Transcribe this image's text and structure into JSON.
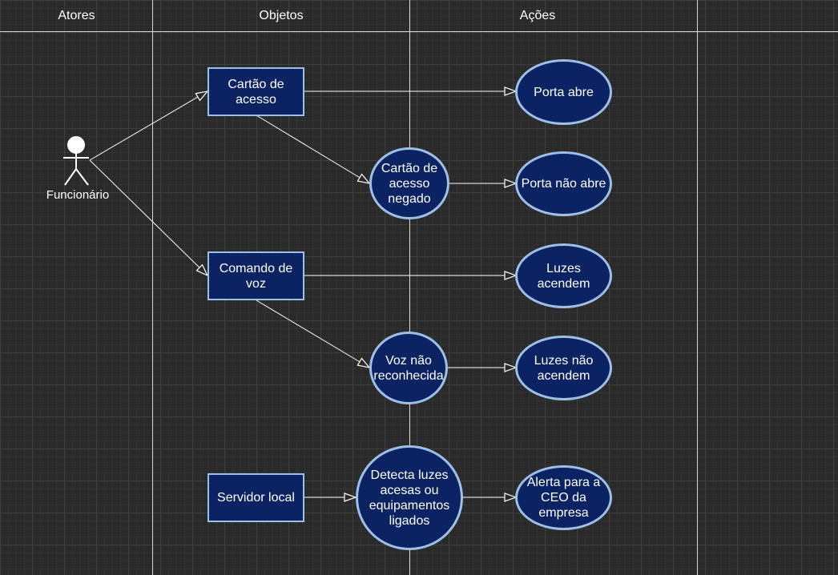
{
  "lanes": {
    "actors": "Atores",
    "objects": "Objetos",
    "actions": "Ações"
  },
  "actor": {
    "label": "Funcionário"
  },
  "objects": {
    "access_card": "Cartão de acesso",
    "voice_command": "Comando de voz",
    "local_server": "Servidor local"
  },
  "decisions": {
    "card_denied": "Cartão de acesso negado",
    "voice_unrecognized": "Voz não reconhecida",
    "detect_lights": "Detecta luzes acesas ou equipamentos ligados"
  },
  "actions": {
    "door_opens": "Porta abre",
    "door_not_open": "Porta não abre",
    "lights_on": "Luzes acendem",
    "lights_not_on": "Luzes não acendem",
    "ceo_alert": "Alerta para a CEO da empresa"
  },
  "colors": {
    "node_fill": "#0b2362",
    "node_border": "#9ec0e6",
    "edge": "#ffffff",
    "background": "#2a2a2a"
  }
}
